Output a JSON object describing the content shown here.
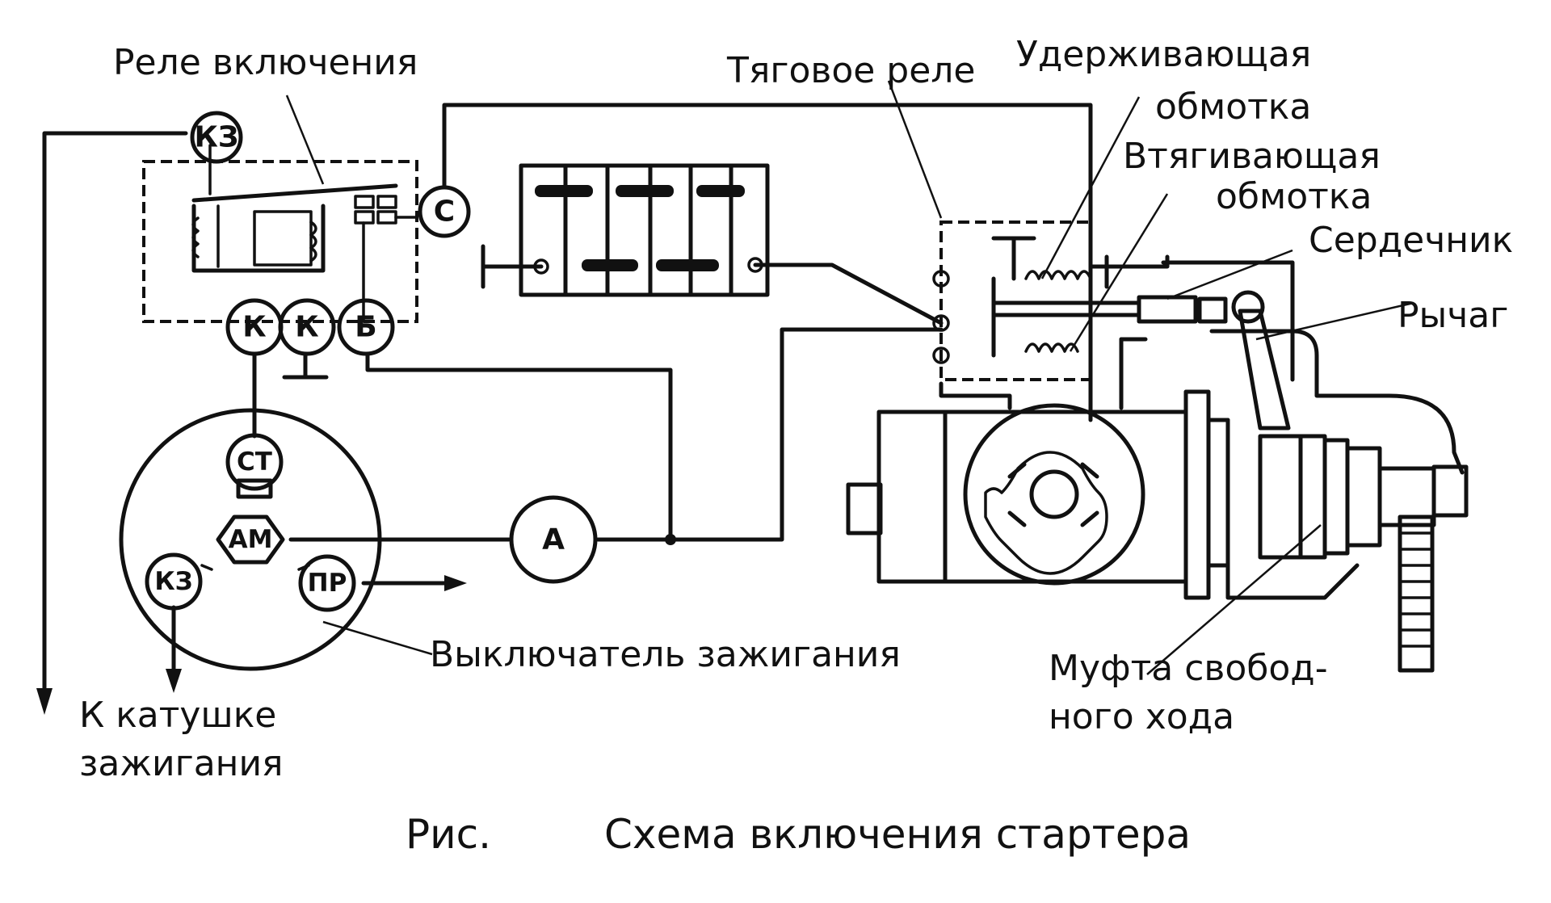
{
  "labels": {
    "relay_switch": "Реле включения",
    "traction_relay": "Тяговое реле",
    "holding_winding_1": "Удерживающая",
    "holding_winding_2": "обмотка",
    "pull_in_winding_1": "Втягивающая",
    "pull_in_winding_2": "обмотка",
    "core": "Сердечник",
    "lever": "Рычаг",
    "freewheel_1": "Муфта свобод-",
    "freewheel_2": "ного хода",
    "ignition_switch": "Выключатель зажигания",
    "to_coil_1": "К катушке",
    "to_coil_2": "зажигания"
  },
  "terminals": {
    "relay_kz": "КЗ",
    "relay_c": "С",
    "relay_k1": "К",
    "relay_k2": "К",
    "relay_b": "Б",
    "switch_st": "СТ",
    "switch_am": "АМ",
    "switch_kz": "КЗ",
    "switch_pr": "ПР",
    "ammeter": "А"
  },
  "caption": {
    "fig": "Рис.",
    "title": "Схема включения стартера"
  }
}
